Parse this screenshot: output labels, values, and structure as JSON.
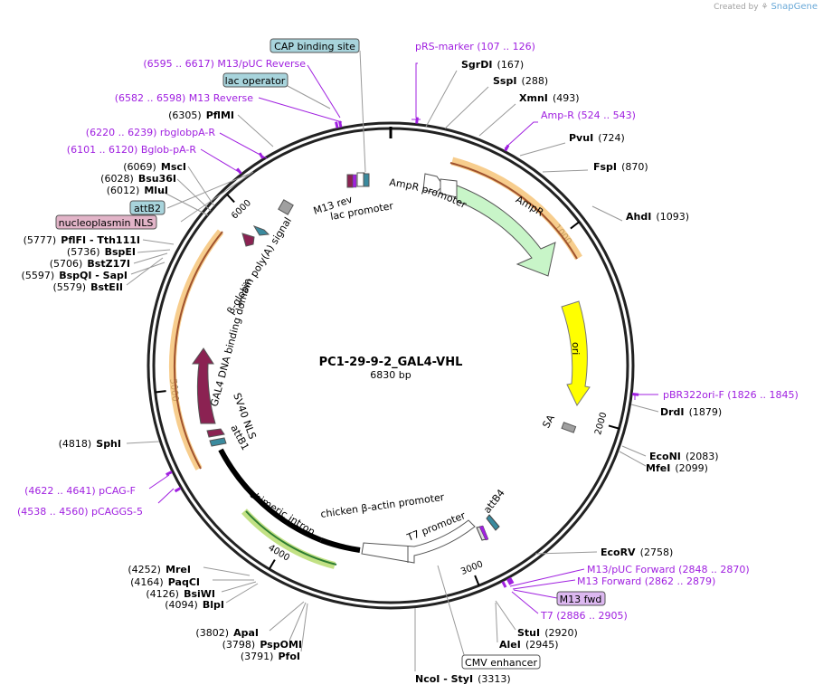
{
  "credit": {
    "prefix": "Created by",
    "brand": "SnapGene"
  },
  "plasmid": {
    "name": "PC1-29-9-2_GAL4-VHL",
    "length": "6830 bp",
    "total": 6830
  },
  "ticks": [
    {
      "bp": 1000,
      "label": "1000"
    },
    {
      "bp": 2000,
      "label": "2000"
    },
    {
      "bp": 3000,
      "label": "3000"
    },
    {
      "bp": 4000,
      "label": "4000"
    },
    {
      "bp": 5000,
      "label": "5000"
    },
    {
      "bp": 6000,
      "label": "6000"
    }
  ],
  "sites": [
    {
      "name": "SgrDI",
      "pos": "(167)",
      "bp": 167
    },
    {
      "name": "SspI",
      "pos": "(288)",
      "bp": 288
    },
    {
      "name": "XmnI",
      "pos": "(493)",
      "bp": 493
    },
    {
      "name": "PvuI",
      "pos": "(724)",
      "bp": 724
    },
    {
      "name": "FspI",
      "pos": "(870)",
      "bp": 870
    },
    {
      "name": "AhdI",
      "pos": "(1093)",
      "bp": 1093
    },
    {
      "name": "DrdI",
      "pos": "(1879)",
      "bp": 1879
    },
    {
      "name": "EcoNI",
      "pos": "(2083)",
      "bp": 2083
    },
    {
      "name": "MfeI",
      "pos": "(2099)",
      "bp": 2099
    },
    {
      "name": "EcoRV",
      "pos": "(2758)",
      "bp": 2758
    },
    {
      "name": "StuI",
      "pos": "(2920)",
      "bp": 2920
    },
    {
      "name": "AleI",
      "pos": "(2945)",
      "bp": 2945
    },
    {
      "name": "NcoI  -  StyI",
      "pos": "(3313)",
      "bp": 3313
    },
    {
      "name": "PfoI",
      "pos": "(3791)",
      "bp": 3791
    },
    {
      "name": "PspOMI",
      "pos": "(3798)",
      "bp": 3798
    },
    {
      "name": "ApaI",
      "pos": "(3802)",
      "bp": 3802
    },
    {
      "name": "BlpI",
      "pos": "(4094)",
      "bp": 4094
    },
    {
      "name": "BsiWI",
      "pos": "(4126)",
      "bp": 4126
    },
    {
      "name": "PaqCI",
      "pos": "(4164)",
      "bp": 4164
    },
    {
      "name": "MreI",
      "pos": "(4252)",
      "bp": 4252
    },
    {
      "name": "SphI",
      "pos": "(4818)",
      "bp": 4818
    },
    {
      "name": "BstEII",
      "pos": "(5579)",
      "bp": 5579
    },
    {
      "name": "BspQI  -  SapI",
      "pos": "(5597)",
      "bp": 5597
    },
    {
      "name": "BstZ17I",
      "pos": "(5706)",
      "bp": 5706
    },
    {
      "name": "BspEI",
      "pos": "(5736)",
      "bp": 5736
    },
    {
      "name": "PflFI  -  Tth111I",
      "pos": "(5777)",
      "bp": 5777
    },
    {
      "name": "MluI",
      "pos": "(6012)",
      "bp": 6012
    },
    {
      "name": "Bsu36I",
      "pos": "(6028)",
      "bp": 6028
    },
    {
      "name": "MscI",
      "pos": "(6069)",
      "bp": 6069
    },
    {
      "name": "PflMI",
      "pos": "(6305)",
      "bp": 6305
    }
  ],
  "primers": [
    {
      "name": "pRS-marker",
      "range": "(107 .. 126)",
      "bp": 116
    },
    {
      "name": "Amp-R",
      "range": "(524 .. 543)",
      "bp": 533
    },
    {
      "name": "pBR322ori-F",
      "range": "(1826 .. 1845)",
      "bp": 1835
    },
    {
      "name": "M13/pUC Forward",
      "range": "(2848 .. 2870)",
      "bp": 2859
    },
    {
      "name": "M13 Forward",
      "range": "(2862 .. 2879)",
      "bp": 2870
    },
    {
      "name": "T7",
      "range": "(2886 .. 2905)",
      "bp": 2895
    },
    {
      "name": "pCAG-F",
      "range": "(4622 .. 4641)",
      "bp": 4631
    },
    {
      "name": "pCAGGS-5",
      "range": "(4538 .. 4560)",
      "bp": 4549
    },
    {
      "name": "Bglob-pA-R",
      "range": "(6101 .. 6120)",
      "bp": 6110
    },
    {
      "name": "rbglobpA-R",
      "range": "(6220 .. 6239)",
      "bp": 6229
    },
    {
      "name": "M13 Reverse",
      "range": "(6582 .. 6598)",
      "bp": 6590
    },
    {
      "name": "M13/pUC Reverse",
      "range": "(6595 .. 6617)",
      "bp": 6606
    }
  ],
  "boxed": [
    {
      "name": "CAP binding site",
      "color": "#a8d4dc"
    },
    {
      "name": "lac operator",
      "color": "#a8d4dc"
    },
    {
      "name": "attB2",
      "color": "#a8d4dc"
    },
    {
      "name": "nucleoplasmin NLS",
      "color": "#e2b4c8"
    },
    {
      "name": "M13 fwd",
      "color": "#dcb8f0"
    },
    {
      "name": "CMV enhancer",
      "color": "#ffffff"
    }
  ],
  "features": [
    {
      "name": "AmpR",
      "color": "#c8f5c8"
    },
    {
      "name": "AmpR promoter",
      "color": "#ffffff"
    },
    {
      "name": "ori",
      "color": "#ffff00"
    },
    {
      "name": "SA",
      "color": "#a0a0a0"
    },
    {
      "name": "attB4",
      "color": "#3a8a9e"
    },
    {
      "name": "T7 promoter",
      "color": "#ffffff"
    },
    {
      "name": "chicken β-actin promoter",
      "color": "#ffffff"
    },
    {
      "name": "chimeric intron",
      "color": "#000000"
    },
    {
      "name": "attB1",
      "color": "#3a8a9e"
    },
    {
      "name": "SV40 NLS",
      "color": "#8b2252"
    },
    {
      "name": "GAL4 DNA binding domain",
      "color": "#8b2252"
    },
    {
      "name": "β-globin poly(A) signal",
      "color": "#a0a0a0"
    },
    {
      "name": "M13 rev",
      "color": "#8b2252"
    },
    {
      "name": "lac promoter",
      "color": "#ffffff"
    }
  ],
  "colors": {
    "primer": "#a020e0",
    "orf_highlight": "#f5c070",
    "green_highlight": "#9acd32",
    "backbone": "#222222"
  }
}
